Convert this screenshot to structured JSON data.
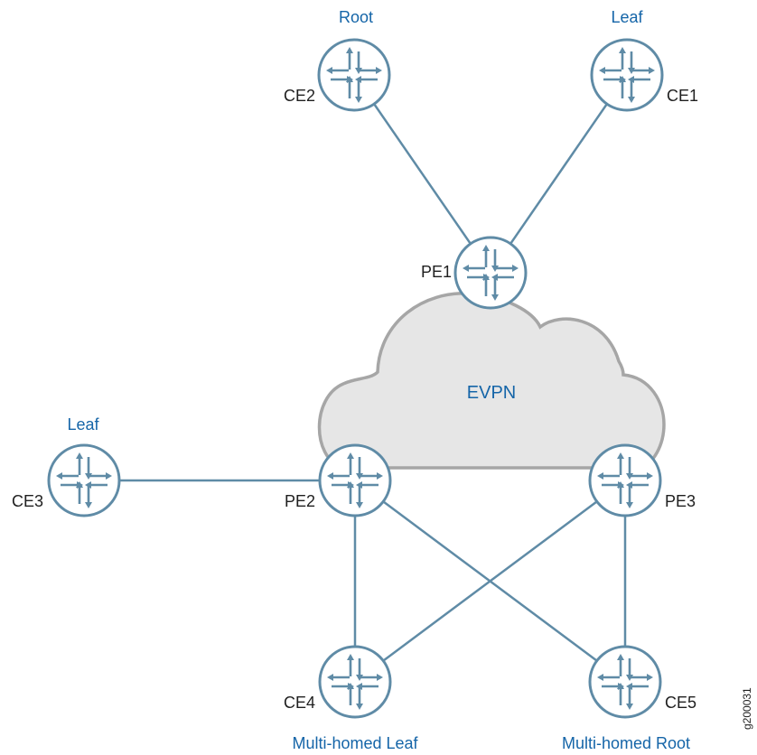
{
  "cloud_label": "EVPN",
  "figure_id": "g200031",
  "nodes": {
    "ce2": {
      "name": "CE2",
      "role": "Root",
      "icon": "router-icon"
    },
    "ce1": {
      "name": "CE1",
      "role": "Leaf",
      "icon": "router-icon"
    },
    "pe1": {
      "name": "PE1",
      "icon": "router-icon"
    },
    "ce3": {
      "name": "CE3",
      "role": "Leaf",
      "icon": "router-icon"
    },
    "pe2": {
      "name": "PE2",
      "icon": "router-icon"
    },
    "pe3": {
      "name": "PE3",
      "icon": "router-icon"
    },
    "ce4": {
      "name": "CE4",
      "role": "Multi-homed Leaf",
      "icon": "router-icon"
    },
    "ce5": {
      "name": "CE5",
      "role": "Multi-homed Root",
      "icon": "router-icon"
    }
  },
  "links": [
    [
      "ce2",
      "pe1"
    ],
    [
      "ce1",
      "pe1"
    ],
    [
      "ce3",
      "pe2"
    ],
    [
      "pe2",
      "ce4"
    ],
    [
      "pe2",
      "ce5"
    ],
    [
      "pe3",
      "ce4"
    ],
    [
      "pe3",
      "ce5"
    ]
  ],
  "colors": {
    "link": "#5f8ba6",
    "router_stroke": "#5f8ba6",
    "cloud_fill": "#e6e6e6",
    "cloud_stroke": "#a6a6a6",
    "role_text": "#1565a8",
    "name_text": "#1f1f1f"
  }
}
